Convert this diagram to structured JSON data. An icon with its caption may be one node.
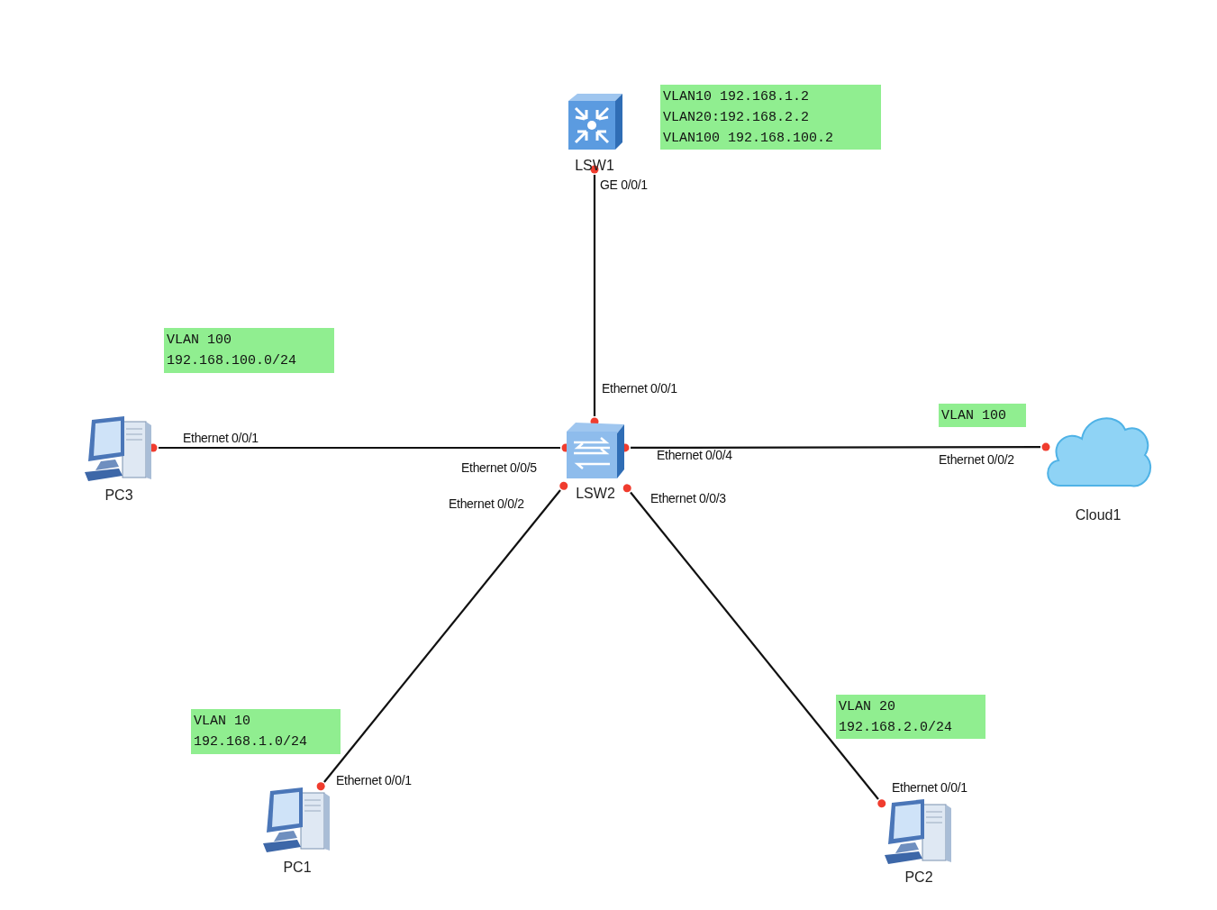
{
  "diagram": {
    "nodes": [
      {
        "text": [
          "LSW1"
        ]
      },
      {
        "text": [
          "VLAN10 192.168.1.2",
          "VLAN20:192.168.2.2",
          "VLAN100 192.168.100.2"
        ]
      },
      {
        "text": [
          "VLAN 100",
          "192.168.100.0/24"
        ]
      },
      {
        "text": [
          "VLAN 100"
        ]
      },
      {
        "text": [
          "PC3"
        ]
      },
      {
        "text": [
          "LSW2"
        ]
      },
      {
        "text": [
          "Cloud1"
        ]
      },
      {
        "text": [
          "VLAN 20",
          "192.168.2.0/24"
        ]
      },
      {
        "text": [
          "VLAN 10",
          "192.168.1.0/24"
        ]
      },
      {
        "text": [
          "PC1"
        ]
      },
      {
        "text": [
          "PC2"
        ]
      }
    ],
    "edges": [
      {
        "from": 0,
        "to": 5,
        "arrow": "other"
      },
      {
        "from": 4,
        "to": 5,
        "arrow": "other"
      },
      {
        "from": 5,
        "to": 6,
        "arrow": "other"
      },
      {
        "from": 9,
        "to": 5,
        "arrow": "other"
      },
      {
        "from": 10,
        "to": 5,
        "arrow": "other"
      }
    ],
    "labels": [
      "GE 0/0/1",
      "Ethernet 0/0/1",
      "Ethernet 0/0/1",
      "Ethernet 0/0/5",
      "Ethernet 0/0/4",
      "Ethernet 0/0/2",
      "Ethernet 0/0/2",
      "Ethernet 0/0/3",
      "Ethernet 0/0/1",
      "Ethernet 0/0/1"
    ]
  }
}
